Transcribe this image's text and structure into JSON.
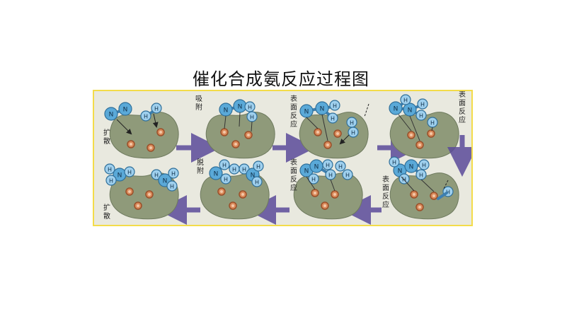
{
  "title": "催化合成氨反应过程图",
  "colors": {
    "frame": "#f3dc4a",
    "background": "#e9e9df",
    "catalyst": "#8f9a7a",
    "atom_n": "#5aa9d8",
    "atom_h": "#9fd0ee",
    "site": "#d98a5a",
    "arrow": "#5b4b9a"
  },
  "atoms": {
    "n": "N",
    "h": "H"
  },
  "labels": {
    "diffuse_top": "扩\n散",
    "adsorb": "吸\n附",
    "surface1": "表\n面\n反\n应",
    "surface2": "表\n面\n反\n应",
    "surface3": "表\n面\n反\n应",
    "surface4": "表\n面\n反\n应",
    "desorb": "脱\n附",
    "diffuse_bottom": "扩\n散"
  }
}
